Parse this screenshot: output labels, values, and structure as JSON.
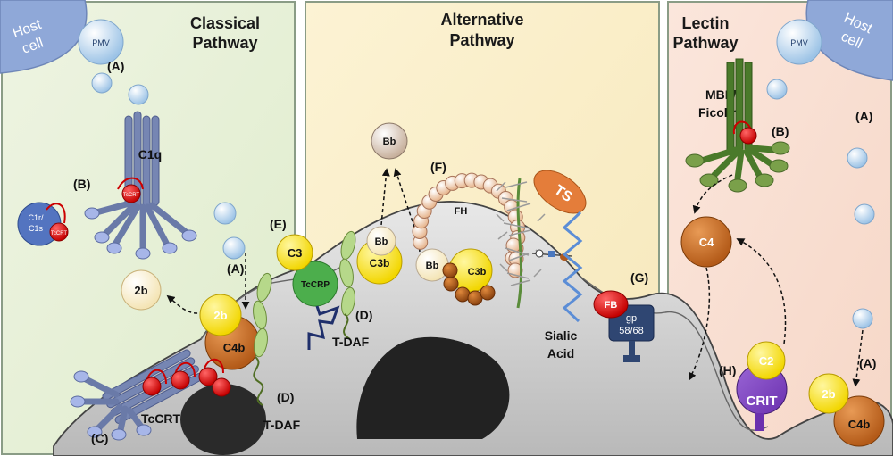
{
  "panels": {
    "classical": {
      "title_line1": "Classical",
      "title_line2": "Pathway"
    },
    "alternative": {
      "title_line1": "Alternative",
      "title_line2": "Pathway"
    },
    "lectin": {
      "title_line1": "Lectin",
      "title_line2": "Pathway"
    }
  },
  "host_cell": {
    "left_line1": "Host",
    "left_line2": "cell",
    "right_line1": "Host",
    "right_line2": "cell",
    "pmv": "PMV"
  },
  "classical": {
    "label_a_top": "(A)",
    "c1q": "C1q",
    "tccrt_small": "TcCRT",
    "label_b": "(B)",
    "c1r": "C1r/",
    "c1s": "C1s",
    "tccrt_c1": "TcCRT",
    "label_a_mid": "(A)",
    "c2b_free": "2b",
    "c2b_bound": "2b",
    "c4b": "C4b",
    "tccrt": "TcCRT",
    "label_c": "(C)",
    "tdaf": "T-DAF",
    "label_d": "(D)"
  },
  "alternative": {
    "label_e": "(E)",
    "c3": "C3",
    "tccrp": "TcCRP",
    "c3b_left": "C3b",
    "bb_left": "Bb",
    "bb_top": "Bb",
    "tdaf": "T-DAF",
    "label_d": "(D)",
    "label_f": "(F)",
    "fh": "FH",
    "bb_fh": "Bb",
    "c3b_fh": "C3b",
    "ts": "TS",
    "sialic_1": "Sialic",
    "sialic_2": "Acid",
    "label_g": "(G)",
    "fb": "FB",
    "gp_1": "gp",
    "gp_2": "58/68"
  },
  "lectin": {
    "mbl_1": "MBL/",
    "mbl_2": "Ficolin",
    "label_b": "(B)",
    "label_a_top": "(A)",
    "c4": "C4",
    "label_h": "(H)",
    "c2": "C2",
    "crit": "CRIT",
    "label_a_bottom": "(A)",
    "c2b": "2b",
    "c4b": "C4b"
  }
}
